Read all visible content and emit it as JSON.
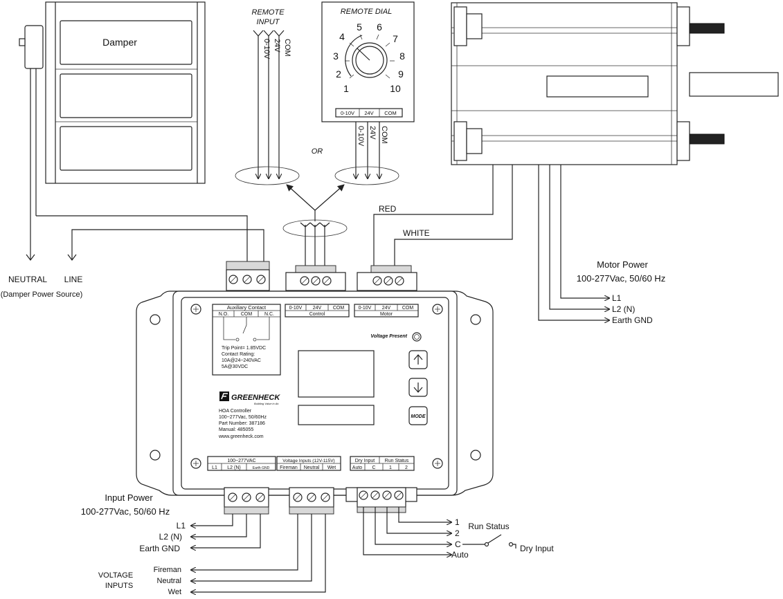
{
  "damper": {
    "label": "Damper"
  },
  "remote_input": {
    "title_line1": "REMOTE",
    "title_line2": "INPUT",
    "wires": [
      "0-10V",
      "24V",
      "COM"
    ]
  },
  "remote_dial": {
    "title": "REMOTE DIAL",
    "numbers": [
      "1",
      "2",
      "3",
      "4",
      "5",
      "6",
      "7",
      "8",
      "9",
      "10"
    ],
    "terminals": [
      "0-10V",
      "24V",
      "COM"
    ],
    "wires": [
      "0-10V",
      "24V",
      "COM"
    ]
  },
  "or_label": "OR",
  "motor_wires": {
    "red": "RED",
    "white": "WHITE"
  },
  "damper_power": {
    "neutral": "NEUTRAL",
    "line": "LINE",
    "source": "(Damper Power Source)"
  },
  "motor_power": {
    "title": "Motor Power",
    "spec": "100-277Vac, 50/60 Hz",
    "lines": [
      "L1",
      "L2 (N)",
      "Earth GND"
    ]
  },
  "input_power": {
    "title": "Input Power",
    "spec": "100-277Vac, 50/60 Hz",
    "lines": [
      "L1",
      "L2 (N)",
      "Earth GND"
    ]
  },
  "voltage_inputs": {
    "title_line1": "VOLTAGE",
    "title_line2": "INPUTS",
    "lines": [
      "Fireman",
      "Neutral",
      "Wet"
    ]
  },
  "dry_run": {
    "lines": [
      "1",
      "2",
      "C",
      "Auto"
    ],
    "run_status": "Run Status",
    "dry_input": "Dry Input"
  },
  "controller": {
    "aux": {
      "title": "Auxiliary Contact",
      "cols": [
        "N.O.",
        "COM",
        "N.C."
      ],
      "notes": [
        "Trip Point= 1.85VDC",
        "Contact Rating:",
        "10A@24~240VAC",
        "5A@30VDC"
      ]
    },
    "control": {
      "cols": [
        "0-10V",
        "24V",
        "COM"
      ],
      "label": "Control"
    },
    "motor": {
      "cols": [
        "0-10V",
        "24V",
        "COM"
      ],
      "label": "Motor"
    },
    "voltage_present": "Voltage Present",
    "brand": "GREENHECK",
    "tagline": "Building Value in Air.",
    "info": [
      "HOA Controller",
      "100~277Vac, 50/60Hz",
      "Part Number: 387186",
      "Manual: 485055",
      "www.greenheck.com"
    ],
    "mode_button": "MODE",
    "bottom_power": {
      "title": "100~277VAC",
      "cols": [
        "L1",
        "L2 (N)",
        "Earth GND"
      ]
    },
    "bottom_voltage": {
      "title": "Voltage Inputs (12V-115V)",
      "cols": [
        "Fireman",
        "Neutral",
        "Wet"
      ]
    },
    "bottom_dry": {
      "title_a": "Dry Input",
      "title_b": "Run Status",
      "cols": [
        "Auto",
        "C",
        "1",
        "2"
      ]
    }
  }
}
